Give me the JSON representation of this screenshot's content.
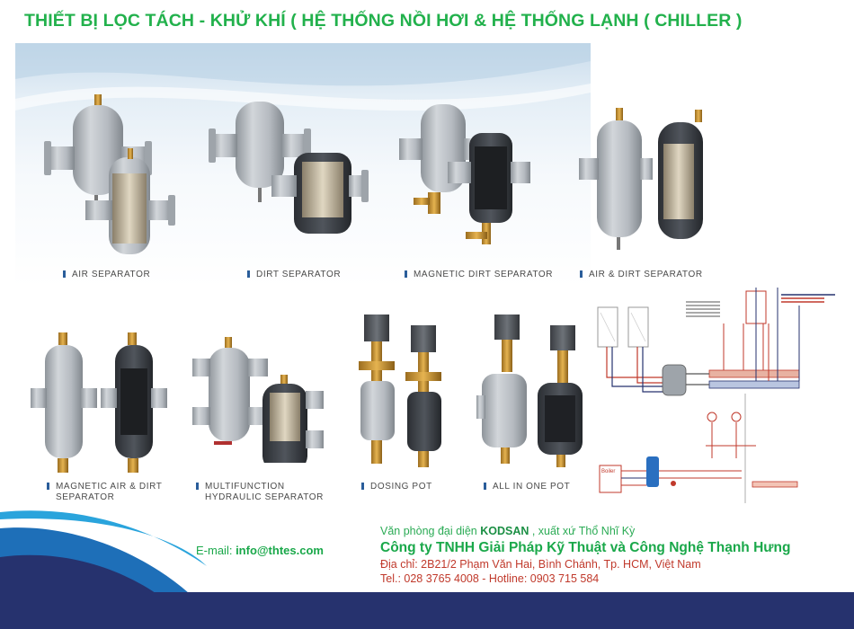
{
  "title": "THIẾT BỊ LỌC TÁCH - KHỬ KHÍ  ( HỆ THỐNG NỒI HƠI & HỆ THỐNG LẠNH ( CHILLER )",
  "products": [
    {
      "label": "AIR SEPARATOR",
      "icon": "air-separator-icon"
    },
    {
      "label": "DIRT SEPARATOR",
      "icon": "dirt-separator-icon"
    },
    {
      "label": "MAGNETIC DIRT SEPARATOR",
      "icon": "magnetic-dirt-separator-icon"
    },
    {
      "label": "AIR & DIRT SEPARATOR",
      "icon": "air-dirt-separator-icon"
    },
    {
      "label_line1": "MAGNETIC AIR & DIRT",
      "label_line2": "SEPARATOR",
      "icon": "magnetic-air-dirt-separator-icon"
    },
    {
      "label_line1": "MULTIFUNCTION",
      "label_line2": "HYDRAULIC SEPARATOR",
      "icon": "multifunction-hydraulic-separator-icon"
    },
    {
      "label": "DOSING POT",
      "icon": "dosing-pot-icon"
    },
    {
      "label": "ALL IN ONE POT",
      "icon": "all-in-one-pot-icon"
    }
  ],
  "diagram": {
    "icon": "hydronic-system-schematic-icon",
    "tag": "Boiler"
  },
  "footer": {
    "email_label": "E-mail: ",
    "email": "info@thtes.com",
    "office_prefix": "Văn phòng đại diện ",
    "brand": "KODSAN",
    "office_suffix": " , xuất xứ Thổ Nhĩ Kỳ",
    "company": "Công ty TNHH Giải Pháp Kỹ Thuật và Công Nghệ Thạnh Hưng",
    "address": "Địa chỉ: 2B21/2 Phạm Văn Hai, Bình Chánh, Tp. HCM, Việt Nam",
    "phone": "Tel.: 028 3765 4008 - Hotline: 0903 715 584"
  },
  "colors": {
    "title_green": "#22b14c",
    "vessel_gray": "#b9bec3",
    "vessel_dark": "#3d4147",
    "footer_navy": "#26326e",
    "footer_blue": "#1e6fb8",
    "footer_cyan": "#2aa4dc",
    "contact_red": "#c0392b"
  }
}
